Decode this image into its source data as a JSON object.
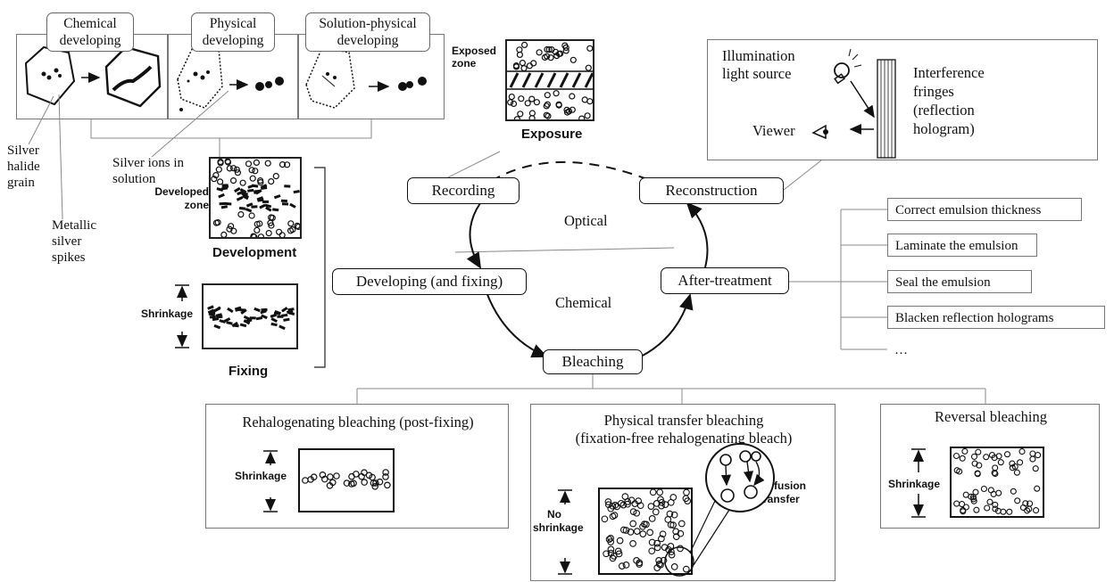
{
  "top_panels": {
    "chemical": "Chemical developing",
    "physical": "Physical developing",
    "solution_physical": "Solution-physical developing"
  },
  "grain_labels": {
    "silver_halide": "Silver halide grain",
    "metallic_spikes": "Metallic silver spikes",
    "silver_ions": "Silver ions in solution"
  },
  "exposure": {
    "zone_label": "Exposed zone",
    "caption": "Exposure"
  },
  "development": {
    "zone_label": "Developed zone",
    "caption": "Development"
  },
  "fixing": {
    "shrinkage": "Shrinkage",
    "caption": "Fixing"
  },
  "cycle": {
    "recording": "Recording",
    "reconstruction": "Reconstruction",
    "developing": "Developing (and fixing)",
    "after_treatment": "After-treatment",
    "bleaching": "Bleaching",
    "optical": "Optical",
    "chemical": "Chemical"
  },
  "reconstruction_panel": {
    "light_source": "Illumination light source",
    "fringes": "Interference fringes (reflection hologram)",
    "viewer": "Viewer"
  },
  "after_treatment_items": [
    "Correct emulsion thickness",
    "Laminate the emulsion",
    "Seal the emulsion",
    "Blacken reflection holograms",
    "…"
  ],
  "bleaching_types": {
    "rehalogenating": {
      "title": "Rehalogenating bleaching (post-fixing)",
      "shrinkage": "Shrinkage"
    },
    "physical_transfer": {
      "title_line1": "Physical transfer bleaching",
      "title_line2": "(fixation-free rehalogenating bleach)",
      "no_shrinkage": "No shrinkage",
      "diffusion": "Diffusion transfer"
    },
    "reversal": {
      "title": "Reversal bleaching",
      "shrinkage": "Shrinkage"
    }
  }
}
